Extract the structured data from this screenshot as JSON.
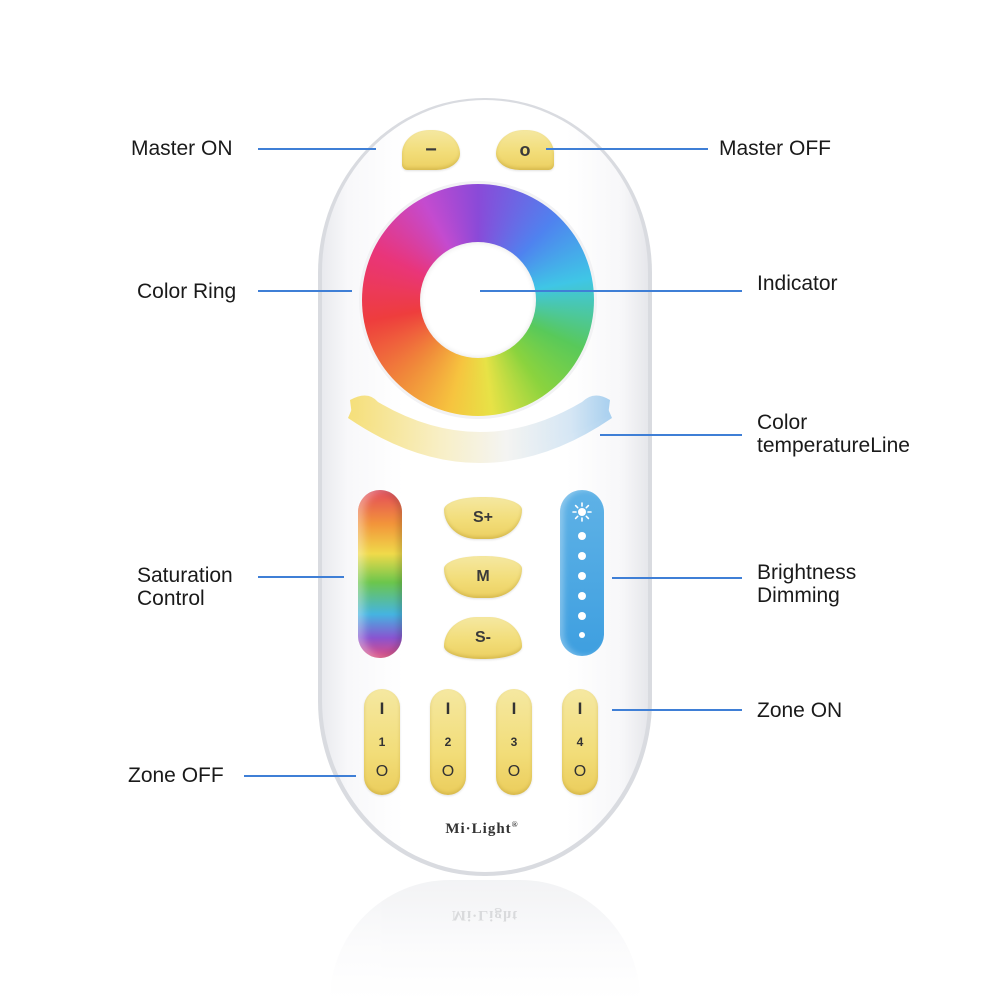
{
  "labels": {
    "master_on": "Master ON",
    "master_off": "Master OFF",
    "color_ring": "Color Ring",
    "indicator": "Indicator",
    "color_temp_line1": "Color",
    "color_temp_line2": "temperatureLine",
    "saturation_line1": "Saturation",
    "saturation_line2": "Control",
    "brightness_line1": "Brightness",
    "brightness_line2": "Dimming",
    "zone_on": "Zone ON",
    "zone_off": "Zone OFF"
  },
  "remote": {
    "master_on_symbol": "−",
    "master_off_symbol": "o",
    "s_plus": "S+",
    "mode": "M",
    "s_minus": "S-",
    "zones": [
      {
        "on": "I",
        "number": "1",
        "off": "O"
      },
      {
        "on": "I",
        "number": "2",
        "off": "O"
      },
      {
        "on": "I",
        "number": "3",
        "off": "O"
      },
      {
        "on": "I",
        "number": "4",
        "off": "O"
      }
    ],
    "brand": "Mi·Light",
    "brand_mark": "®"
  },
  "colors": {
    "leader_line": "#3f7fd6",
    "key_yellow": "#f2dd79",
    "brightness_blue": "#4aa6e2"
  }
}
